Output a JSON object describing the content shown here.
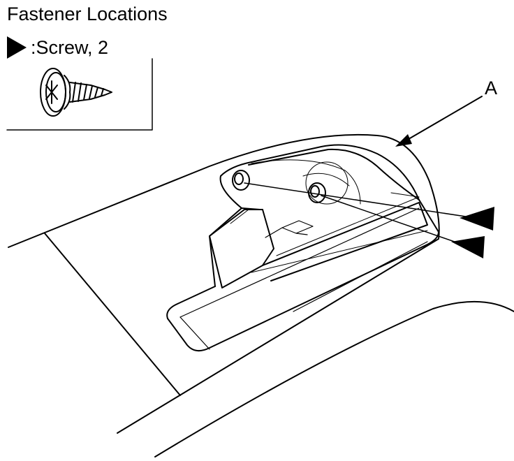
{
  "title": "Fastener Locations",
  "legend": {
    "symbol": "arrowhead-icon",
    "separator": ": ",
    "text": "Screw, 2"
  },
  "callouts": [
    {
      "id": "A",
      "label": "A"
    }
  ],
  "fasteners": [
    {
      "type": "screw",
      "count": 2
    }
  ],
  "colors": {
    "line": "#000000",
    "background": "#ffffff"
  }
}
